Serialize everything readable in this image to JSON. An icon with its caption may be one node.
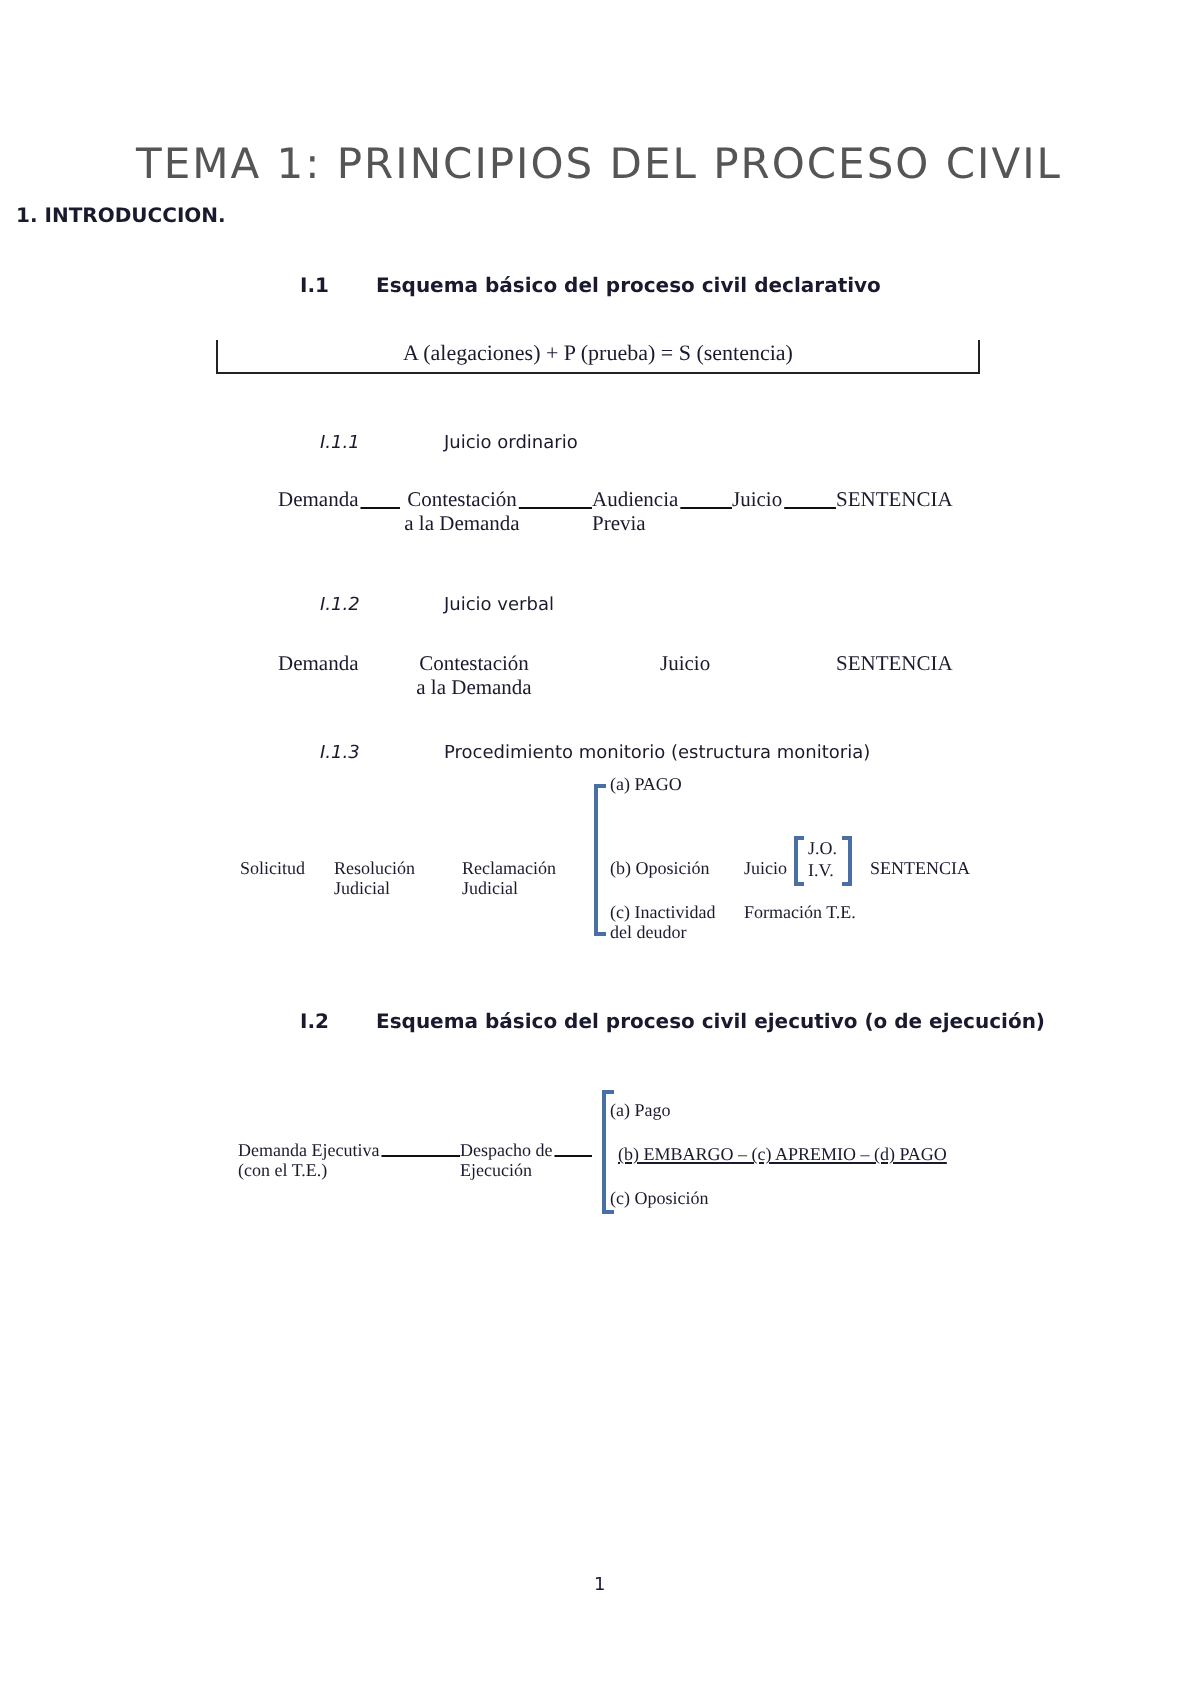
{
  "diagram": {
    "title": "TEMA 1: PRINCIPIOS DEL PROCESO CIVIL",
    "nodes": [
      {
        "text": [
          "A (alegaciones) + P (prueba) = S (sentencia)"
        ]
      },
      {
        "text": [
          "Demanda"
        ]
      },
      {
        "text": [
          "Contestación a la Demanda"
        ]
      },
      {
        "text": [
          "Audiencia Previa"
        ]
      },
      {
        "text": [
          "Juicio"
        ]
      },
      {
        "text": [
          "SENTENCIA"
        ]
      },
      {
        "text": [
          "Demanda Ejecutiva (con el T.E.)"
        ]
      },
      {
        "text": [
          "Despacho de Ejecución"
        ]
      }
    ],
    "edges": [
      {
        "from": 1,
        "to": 2,
        "arrow": "none"
      },
      {
        "from": 2,
        "to": 3,
        "arrow": "none"
      },
      {
        "from": 3,
        "to": 4,
        "arrow": "none"
      },
      {
        "from": 4,
        "to": 5,
        "arrow": "none"
      },
      {
        "from": 6,
        "to": 7,
        "arrow": "none"
      },
      {
        "from": 7,
        "to": null,
        "arrow": "none"
      }
    ],
    "labels": [
      "1. INTRODUCCION.",
      "I.1",
      "Esquema básico del proceso civil declarativo",
      "I.1.1",
      "Juicio ordinario",
      "I.1.2",
      "Juicio verbal",
      "Demanda",
      "Contestación a la Demanda",
      "Juicio",
      "SENTENCIA",
      "I.1.3",
      "Procedimiento monitorio (estructura monitoria)",
      "(a) PAGO",
      "Solicitud",
      "Resolución Judicial",
      "Reclamación Judicial",
      "(b) Oposición",
      "Juicio",
      "J.O.",
      "I.V.",
      "SENTENCIA",
      "(c) Inactividad del deudor",
      "Formación T.E.",
      "I.2",
      "Esquema básico del proceso civil ejecutivo (o de ejecución)",
      "(a) Pago",
      "(b) EMBARGO – (c) APREMIO – (d) PAGO",
      "(c) Oposición",
      "1"
    ]
  }
}
